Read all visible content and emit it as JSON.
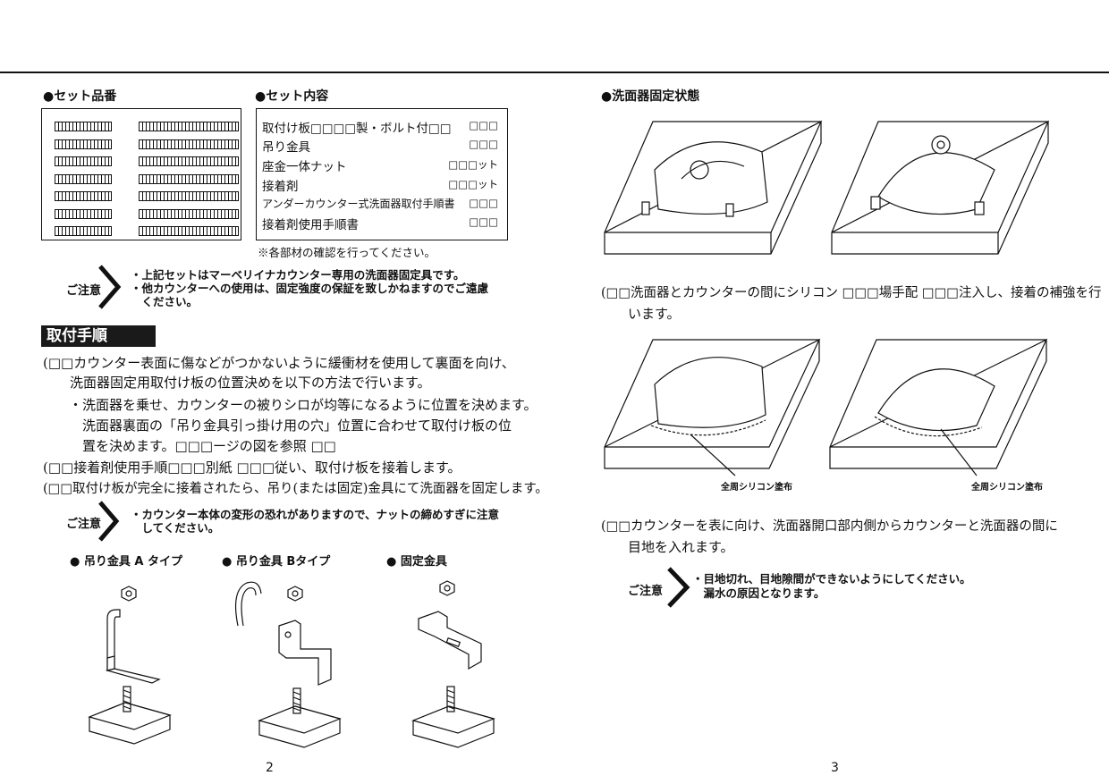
{
  "left": {
    "set_number_heading": "●セット品番",
    "set_contents_heading": "●セット内容",
    "set_contents": [
      {
        "item": "取付け板□□□□製・ボルト付□□",
        "qty": "□□□"
      },
      {
        "item": "吊り金具",
        "qty": "□□□"
      },
      {
        "item": "座金一体ナット",
        "qty": "□□□ット"
      },
      {
        "item": "接着剤",
        "qty": "□□□ット"
      },
      {
        "item": "アンダーカウンター式洗面器取付手順書",
        "qty": "□□□"
      },
      {
        "item": "接着剤使用手順書",
        "qty": "□□□"
      }
    ],
    "contents_note": "※各部材の確認を行ってください。",
    "caution_label": "ご注意",
    "caution1_lines": [
      "・上記セットはマーベリイナカウンター専用の洗面器固定具です。",
      "・他カウンターへの使用は、固定強度の保証を致しかねますのでご遠慮",
      "　ください。"
    ],
    "section_title": "取付手順",
    "steps": [
      "(□□カウンター表面に傷などがつかないように緩衝材を使用して裏面を向け、",
      "　　洗面器固定用取付け板の位置決めを以下の方法で行います。",
      "　・洗面器を乗せ、カウンターの被りシロが均等になるように位置を決めます。",
      "　　洗面器裏面の「吊り金具引っ掛け用の穴」位置に合わせて取付け板の位",
      "　　置を決めます。□□□ージの図を参照 □□",
      "(□□接着剤使用手順□□□別紙 □□□従い、取付け板を接着します。",
      "(□□取付け板が完全に接着されたら、吊り(または固定)金具にて洗面器を固定します。"
    ],
    "caution2_lines": [
      "・カウンター本体の変形の恐れがありますので、ナットの締めすぎに注意",
      "　してください。"
    ],
    "fig_a": "● 吊り金具 A タイプ",
    "fig_b": "● 吊り金具 Bタイプ",
    "fig_c": "● 固定金具",
    "page_number": "2"
  },
  "right": {
    "heading": "●洗面器固定状態",
    "step4_lines": [
      "(□□洗面器とカウンターの間にシリコン □□□場手配 □□□注入し、接着の補強を行",
      "　　います。"
    ],
    "caption": "全周シリコン塗布",
    "step5_lines": [
      "(□□カウンターを表に向け、洗面器開口部内側からカウンターと洗面器の間に",
      "　　目地を入れます。"
    ],
    "caution_label": "ご注意",
    "caution3_lines": [
      "・目地切れ、目地隙間ができないようにしてください。",
      "　漏水の原因となります。"
    ],
    "page_number": "3"
  }
}
